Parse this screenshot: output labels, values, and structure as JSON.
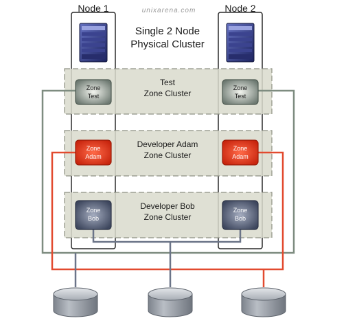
{
  "nodes": {
    "node1_label": "Node 1",
    "node2_label": "Node 2"
  },
  "watermark": "unixarena.com",
  "title": {
    "line1": "Single 2 Node",
    "line2": "Physical Cluster"
  },
  "bands": [
    {
      "line1": "Test",
      "line2": "Zone Cluster",
      "zone_line1": "Zone",
      "zone_line2": "Test",
      "zone_color": "#7f8a82",
      "wire_color": "#7e8c80"
    },
    {
      "line1": "Developer Adam",
      "line2": "Zone Cluster",
      "zone_line1": "Zone",
      "zone_line2": "Adam",
      "zone_color": "#e83a1e",
      "wire_color": "#e24a2f"
    },
    {
      "line1": "Developer Bob",
      "line2": "Zone Cluster",
      "zone_line1": "Zone",
      "zone_line2": "Bob",
      "zone_color": "#5b6680",
      "wire_color": "#6b7488"
    }
  ],
  "colors": {
    "band_fill": "#d9dbcd",
    "band_border": "#8e9183",
    "node_border": "#2a2a2a",
    "disk_fill": "#a9aeb5"
  },
  "icons": {
    "server": "server-rack-icon",
    "disk": "storage-disk-icon"
  }
}
